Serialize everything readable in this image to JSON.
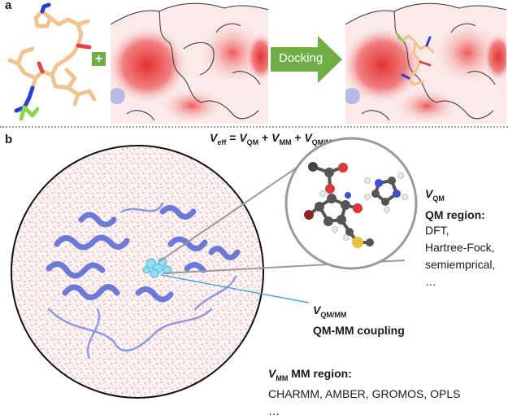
{
  "panel_a": {
    "label": "a",
    "plus": "+",
    "arrow_label": "Docking"
  },
  "panel_b": {
    "label": "b",
    "equation": {
      "v": "V",
      "eff": "eff",
      "equals": " = ",
      "qm_sub": "QM",
      "plus1": " + ",
      "mm_sub": "MM",
      "plus2": " + ",
      "qmmm_sub": "QM/MM"
    },
    "qm": {
      "v": "V",
      "sub": "QM",
      "region_label": "QM region:",
      "methods": [
        "DFT,",
        "Hartree-Fock,",
        "semiemprical,",
        "…"
      ]
    },
    "coupling": {
      "v": "V",
      "sub": "QM/MM",
      "label": "QM-MM coupling"
    },
    "mm": {
      "v": "V",
      "sub": "MM",
      "region_label": " MM region:",
      "forcefields": "CHARMM, AMBER, GROMOS, OPLS",
      "more": "…"
    }
  },
  "colors": {
    "accent_green": "#6fae45",
    "protein": "#6d79d6",
    "surface_red": "#e03b3b",
    "water": "#e8a0a4",
    "ligand": "#f1c48f"
  }
}
